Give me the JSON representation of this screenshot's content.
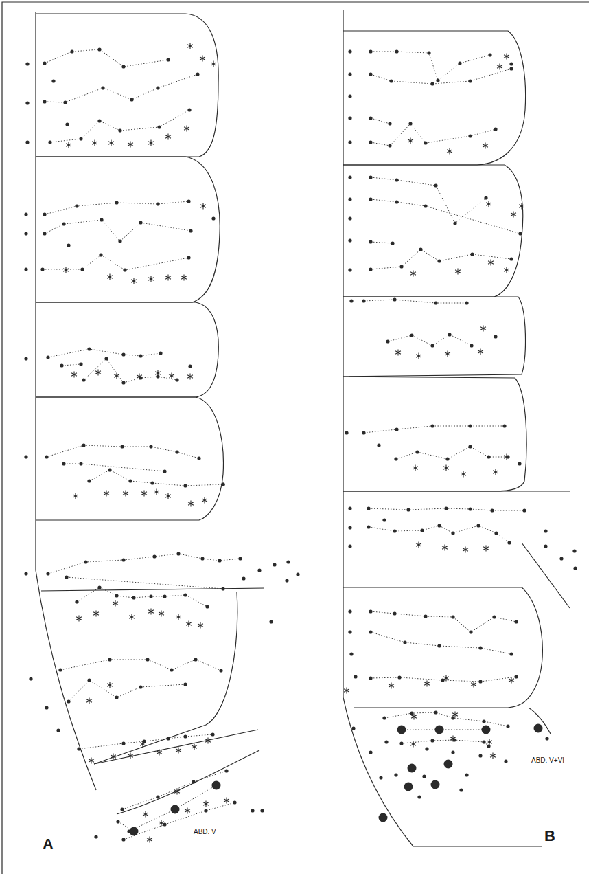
{
  "diagram": {
    "labels": [
      "A",
      "B",
      "ABD. V",
      "ABD. V+VI"
    ]
  }
}
